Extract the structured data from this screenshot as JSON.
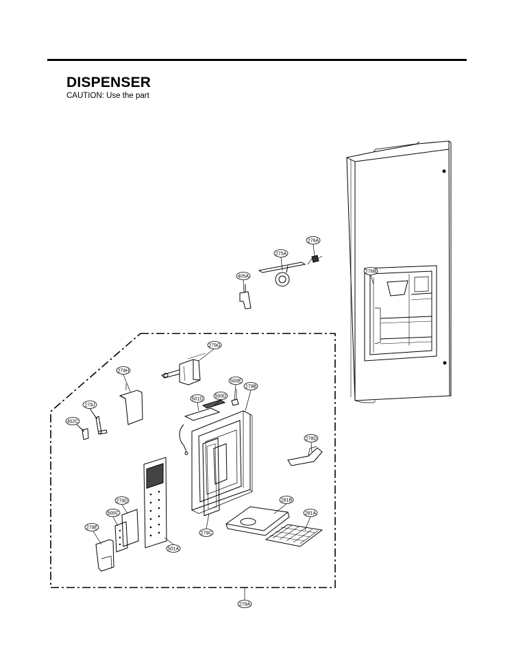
{
  "header": {
    "title": "DISPENSER",
    "caution": "CAUTION: Use the part"
  },
  "part_labels": [
    "276A",
    "275A",
    "405A",
    "276B",
    "279G",
    "279H",
    "500E",
    "279B",
    "500D",
    "501D",
    "279J",
    "402C",
    "278D",
    "281B",
    "279D",
    "281A",
    "500C",
    "279E",
    "279C",
    "501A",
    "279A"
  ]
}
